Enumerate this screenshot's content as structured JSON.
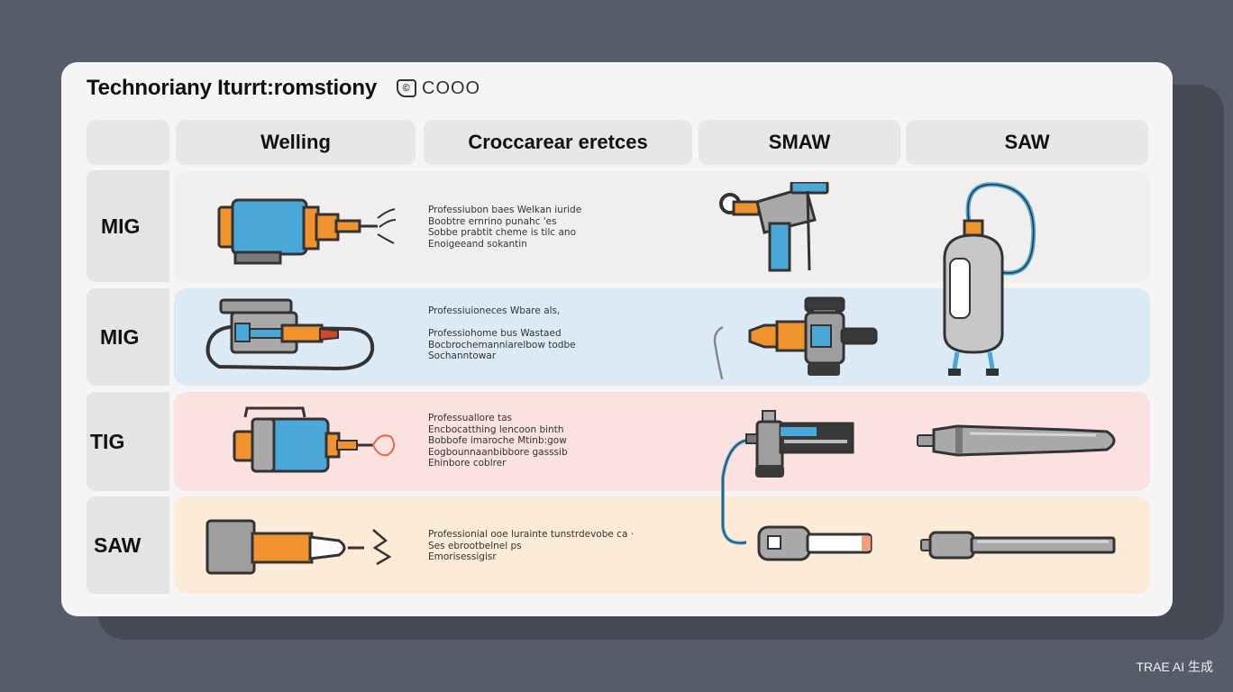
{
  "title": "Technoriany Iturrt:romstiony",
  "badge": {
    "icon": "clipboard-icon",
    "glyph": "©",
    "text": "COOO"
  },
  "headers": [
    "Welling",
    "Croccarear eretces",
    "SMAW",
    "SAW"
  ],
  "rows": [
    {
      "label": "MIG",
      "band_color": "#f0efee",
      "desc": "Professiubon baes  Welkan iuride\nBoobtre ernrino punahc 'es\nSobbe prabtit cheme is  tilc ano\nEnoigeeand sokantin"
    },
    {
      "label": "MIG",
      "band_color": "#dceaf5",
      "desc": "Professiuioneces Wbare als,\n\nProfessiohome bus Wastaed\nBocbrochemanniarelbow todbe\nSochanntowar"
    },
    {
      "label": "TIG",
      "band_color": "#fbe1df",
      "desc": "Professuallore tas\nEncbocatthing lencoon binth\nBobbofe imaroche Mtinb:gow\nEogbounnaanbibbore gasssib\nEhinbore coblrer"
    },
    {
      "label": "SAW",
      "band_color": "#fcebd6",
      "desc": "Professionial ooe lurainte tunstrdevobe ca ·\nSes ebrootbelnel ps\nEmorisessigisr"
    }
  ],
  "watermark": "TRAE AI 生成",
  "colors": {
    "background": "#565c69",
    "card": "#f5f5f5",
    "tool_blue": "#4aa8d8",
    "tool_orange": "#f0922e",
    "tool_gray": "#a9a9a9",
    "tool_dark": "#3a3a3a"
  }
}
